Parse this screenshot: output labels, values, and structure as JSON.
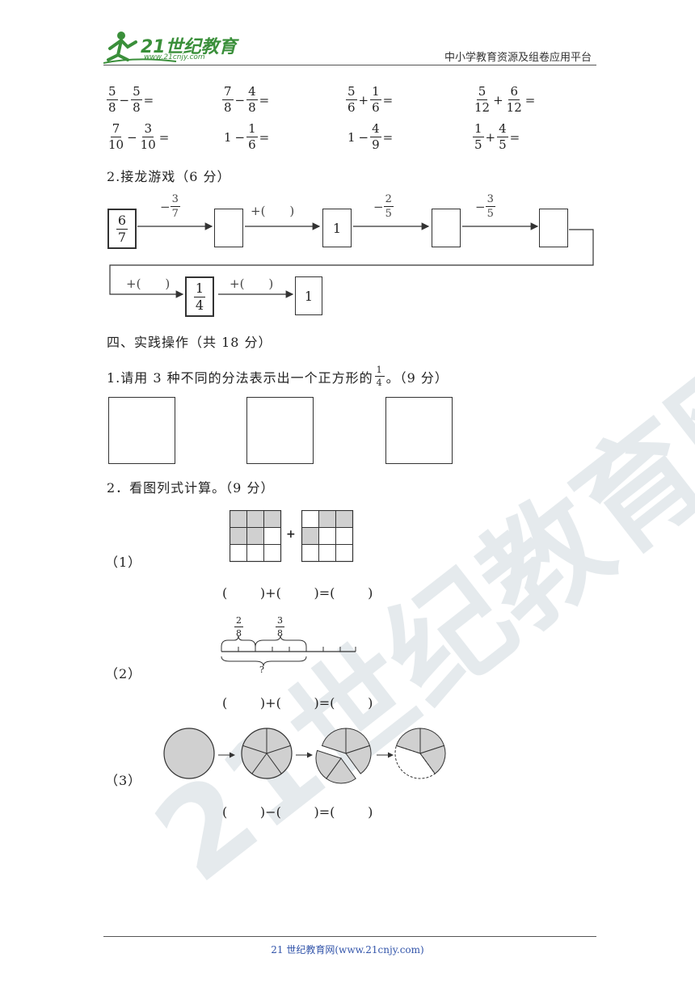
{
  "header": {
    "logo_text": "21世纪教育",
    "logo_url": "www.21cnjy.com",
    "tagline": "中小学教育资源及组卷应用平台"
  },
  "exercises": [
    {
      "a": {
        "n": "5",
        "d": "8"
      },
      "op": "−",
      "b": {
        "n": "5",
        "d": "8"
      },
      "eq": "="
    },
    {
      "a": {
        "n": "7",
        "d": "8"
      },
      "op": "−",
      "b": {
        "n": "4",
        "d": "8"
      },
      "eq": "="
    },
    {
      "a": {
        "n": "5",
        "d": "6"
      },
      "op": "+",
      "b": {
        "n": "1",
        "d": "6"
      },
      "eq": "="
    },
    {
      "a": {
        "n": "5",
        "d": "12"
      },
      "op": "+",
      "b": {
        "n": "6",
        "d": "12"
      },
      "eq": "="
    },
    {
      "a": {
        "n": "7",
        "d": "10"
      },
      "op": "−",
      "b": {
        "n": "3",
        "d": "10"
      },
      "eq": "="
    },
    {
      "whole": "1",
      "op": "−",
      "b": {
        "n": "1",
        "d": "6"
      },
      "eq": "="
    },
    {
      "whole": "1",
      "op": "−",
      "b": {
        "n": "4",
        "d": "9"
      },
      "eq": "="
    },
    {
      "a": {
        "n": "1",
        "d": "5"
      },
      "op": "+",
      "b": {
        "n": "4",
        "d": "5"
      },
      "eq": "="
    }
  ],
  "section2": {
    "title": "2.接龙游戏（6 分）",
    "start": {
      "n": "6",
      "d": "7"
    },
    "ops": [
      "−",
      "+(　　)",
      "−",
      "−",
      "+(　　)",
      "+(　　)"
    ],
    "op_fracs": [
      {
        "n": "3",
        "d": "7"
      },
      {
        "n": "2",
        "d": "5"
      },
      {
        "n": "3",
        "d": "5"
      }
    ],
    "box_one": "1",
    "mid": {
      "n": "1",
      "d": "4"
    },
    "end": "1"
  },
  "section4": {
    "title": "四、实践操作（共 18 分）",
    "q1_prefix": "1.请用 3 种不同的分法表示出一个正方形的",
    "q1_frac": {
      "n": "1",
      "d": "4"
    },
    "q1_suffix": "。（9 分）",
    "q2_title": "2．看图列式计算。（9 分）",
    "p1_label": "（1）",
    "p2_label": "（2）",
    "p3_label": "（3）",
    "plus_sign": "+",
    "p1_formula": "(        )+(        )=(        )",
    "p2_formula": "(        )+(        )=(        )",
    "p3_formula": "(        )−(        )=(        )",
    "p2_top_fracs": [
      {
        "n": "2",
        "d": "8"
      },
      {
        "n": "3",
        "d": "8"
      }
    ],
    "p2_question": "?"
  },
  "footer": {
    "text": "21 世纪教育网(www.21cnjy.com)"
  },
  "colors": {
    "logo_green": "#3a8f3a",
    "shade": "#d0d0d0",
    "footer_blue": "#3355aa"
  }
}
